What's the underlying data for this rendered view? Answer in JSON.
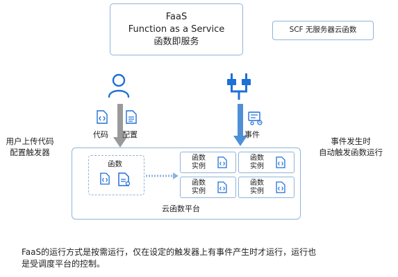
{
  "title_box": {
    "line1": "FaaS",
    "line2": "Function as a Service",
    "line3": "函数即服务"
  },
  "scf_label": "SCF 无服务器云函数",
  "left_flow": {
    "code_label": "代码",
    "config_label": "配置",
    "side_line1": "用户上传代码",
    "side_line2": "配置触发器"
  },
  "right_flow": {
    "event_label": "事件",
    "side_line1": "事件发生时",
    "side_line2": "自动触发函数运行"
  },
  "platform": {
    "function_label": "函数",
    "instances": [
      {
        "line1": "函数",
        "line2": "实例"
      },
      {
        "line1": "函数",
        "line2": "实例"
      },
      {
        "line1": "函数",
        "line2": "实例"
      },
      {
        "line1": "函数",
        "line2": "实例"
      }
    ],
    "label": "云函数平台"
  },
  "description": {
    "line1": "FaaS的运行方式是按需运行，仅在设定的触发器上有事件产生时才运行，运行也",
    "line2": "是受调度平台的控制。"
  },
  "colors": {
    "accent": "#1e6fd6",
    "box_border": "#8fb3da",
    "arrow_gray": "#9a9a9a",
    "arrow_blue": "#4f8fd6"
  }
}
